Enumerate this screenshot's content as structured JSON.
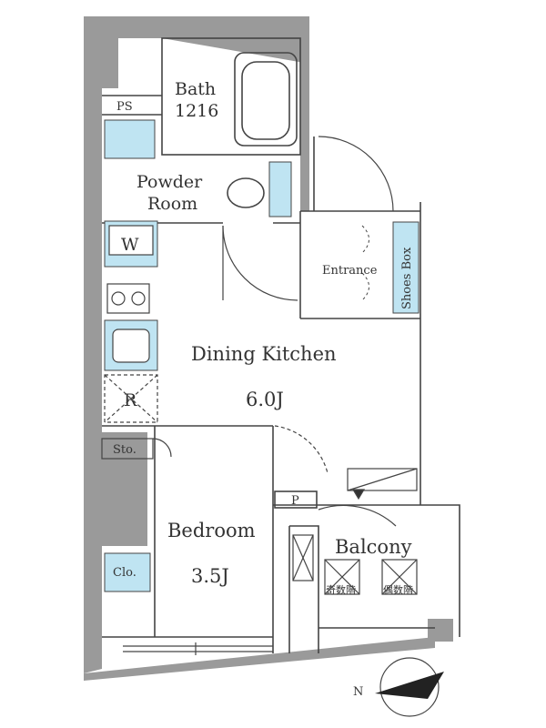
{
  "colors": {
    "wall": "#9a9a9a",
    "line": "#444444",
    "fixture": "#bfe4f2",
    "background": "#ffffff"
  },
  "rooms": {
    "bath": {
      "label": "Bath",
      "code": "1216"
    },
    "ps": {
      "label": "PS"
    },
    "powder_room": {
      "line1": "Powder",
      "line2": "Room"
    },
    "washer": {
      "label": "W"
    },
    "entrance": {
      "label": "Entrance"
    },
    "shoes_box": {
      "label": "Shoes Box"
    },
    "dining_kitchen": {
      "label": "Dining Kitchen",
      "size": "6.0J"
    },
    "refrigerator": {
      "label": "R"
    },
    "storage": {
      "label": "Sto."
    },
    "bedroom": {
      "label": "Bedroom",
      "size": "3.5J"
    },
    "closet": {
      "label": "Clo."
    },
    "pipe_space": {
      "label": "P"
    },
    "balcony": {
      "label": "Balcony",
      "hatch_odd": "奇数階",
      "hatch_even": "偶数階"
    }
  },
  "compass": {
    "label": "N"
  }
}
